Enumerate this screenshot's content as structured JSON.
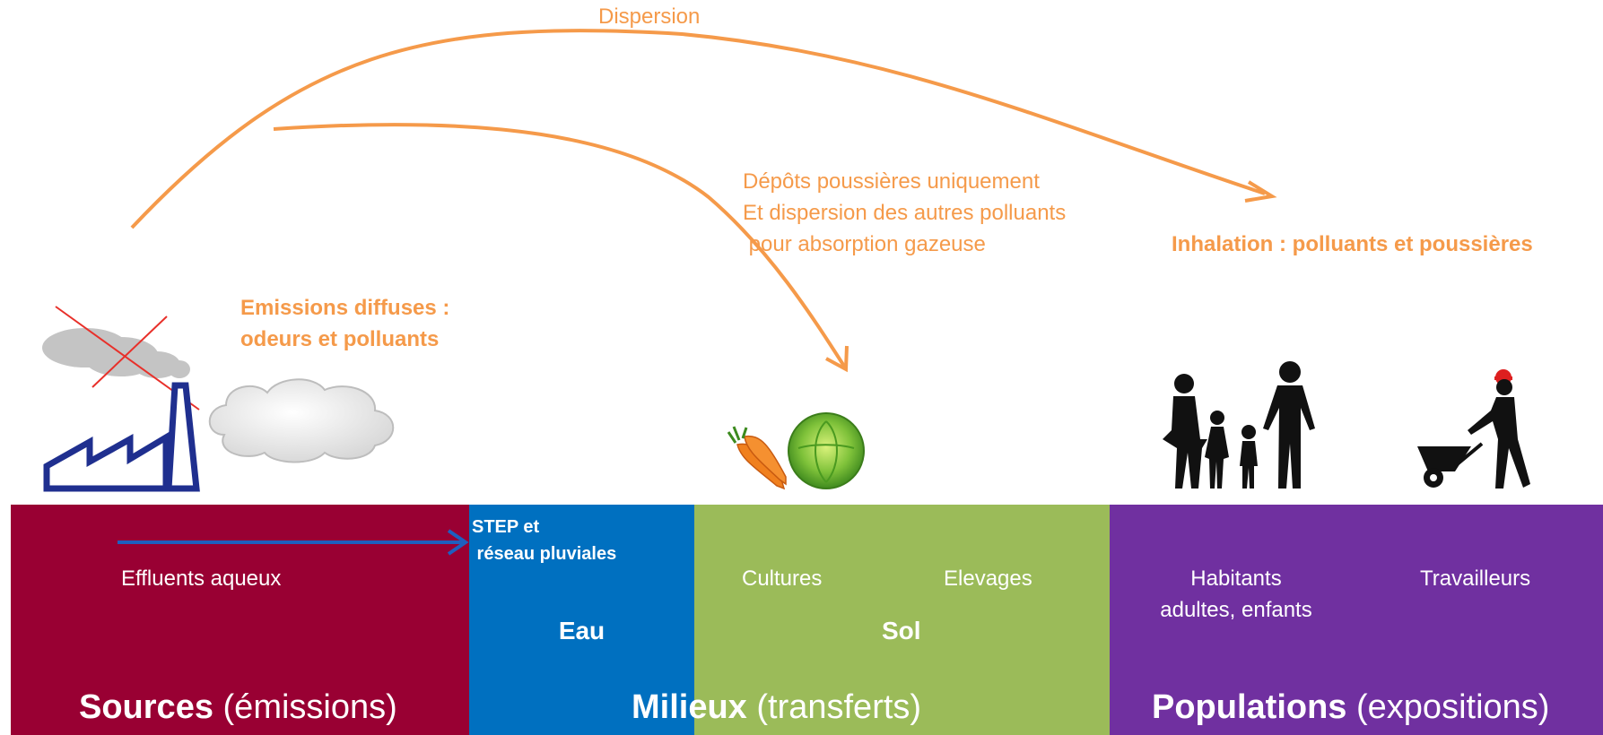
{
  "arrows": {
    "dispersion": "Dispersion",
    "deposits_line1": "Dépôts poussières uniquement",
    "deposits_line2": "Et dispersion des autres polluants",
    "deposits_line3": " pour absorption gazeuse",
    "inhalation": "Inhalation : polluants et poussières",
    "diffuse_line1": "Emissions diffuses :",
    "diffuse_line2": "odeurs et polluants"
  },
  "bands": {
    "sources": {
      "effluents": "Effluents aqueux",
      "title_bold": "Sources",
      "title_rest": " (émissions)"
    },
    "eau": {
      "step_line1": "STEP et",
      "step_line2": " réseau pluviales",
      "name": "Eau"
    },
    "sol": {
      "cultures": "Cultures",
      "elevages": "Elevages",
      "name": "Sol"
    },
    "milieux": {
      "title_bold": "Milieux",
      "title_rest": " (transferts)"
    },
    "populations": {
      "habitants_line1": "Habitants",
      "habitants_line2": "adultes, enfants",
      "travailleurs": "Travailleurs",
      "title_bold": "Populations",
      "title_rest": " (expositions)"
    }
  },
  "colors": {
    "sources": "#990033",
    "eau": "#0070c0",
    "sol": "#9bbb59",
    "populations": "#7030a0",
    "arrow_orange": "#f59a4a",
    "effluent_arrow": "#1f5fbf",
    "factory": "#1f2f8f",
    "cross": "#e8302a"
  },
  "icons": {
    "factory": "factory-icon",
    "smoke": "smoke-cloud-icon",
    "diffuse_cloud": "cloud-icon",
    "vegetables": "carrot-cabbage-icon",
    "family": "family-silhouette-icon",
    "worker": "worker-wheelbarrow-icon"
  }
}
